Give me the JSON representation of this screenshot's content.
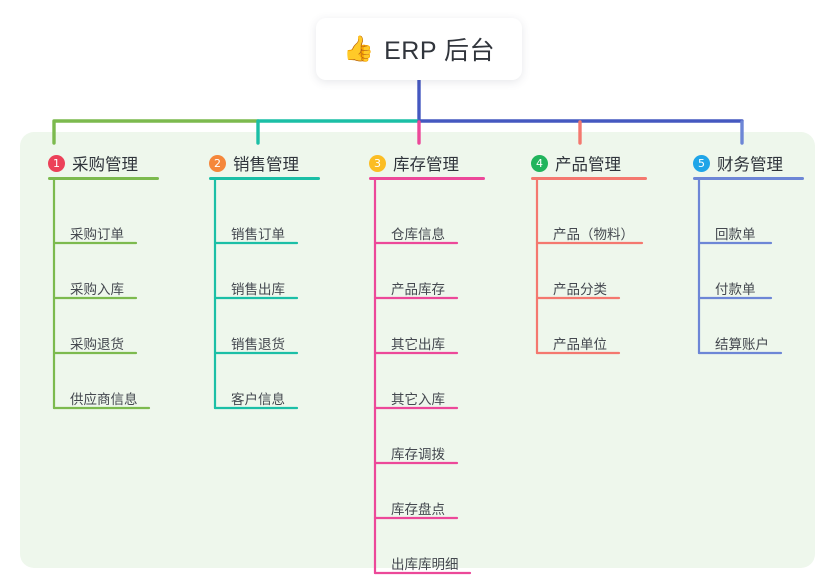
{
  "root": {
    "icon": "thumbs-up-emoji",
    "emoji": "👍",
    "title": "ERP 后台"
  },
  "panel": {
    "background_color": "#eef7ec"
  },
  "trunk_color": "#4558c0",
  "columns": [
    {
      "number": "1",
      "title": "采购管理",
      "badge_color": "#ec4159",
      "line_color": "#7cba4e",
      "head_rule_width": 111,
      "items": [
        {
          "label": "采购订单",
          "width": 82
        },
        {
          "label": "采购入库",
          "width": 82
        },
        {
          "label": "采购退货",
          "width": 82
        },
        {
          "label": "供应商信息",
          "width": 95
        }
      ]
    },
    {
      "number": "2",
      "title": "销售管理",
      "badge_color": "#f5873b",
      "line_color": "#1bbfa6",
      "head_rule_width": 111,
      "items": [
        {
          "label": "销售订单",
          "width": 82
        },
        {
          "label": "销售出库",
          "width": 82
        },
        {
          "label": "销售退货",
          "width": 82
        },
        {
          "label": "客户信息",
          "width": 82
        }
      ]
    },
    {
      "number": "3",
      "title": "库存管理",
      "badge_color": "#fbbd24",
      "line_color": "#ec4899",
      "head_rule_width": 116,
      "items": [
        {
          "label": "仓库信息",
          "width": 82
        },
        {
          "label": "产品库存",
          "width": 82
        },
        {
          "label": "其它出库",
          "width": 82
        },
        {
          "label": "其它入库",
          "width": 82
        },
        {
          "label": "库存调拨",
          "width": 82
        },
        {
          "label": "库存盘点",
          "width": 82
        },
        {
          "label": "出库库明细",
          "width": 95
        }
      ]
    },
    {
      "number": "4",
      "title": "产品管理",
      "badge_color": "#21b45c",
      "line_color": "#f4786f",
      "head_rule_width": 116,
      "items": [
        {
          "label": "产品（物料）",
          "width": 105
        },
        {
          "label": "产品分类",
          "width": 82
        },
        {
          "label": "产品单位",
          "width": 82
        }
      ]
    },
    {
      "number": "5",
      "title": "财务管理",
      "badge_color": "#1fa5e8",
      "line_color": "#6d86d6",
      "head_rule_width": 111,
      "items": [
        {
          "label": "回款单",
          "width": 72
        },
        {
          "label": "付款单",
          "width": 72
        },
        {
          "label": "结算账户",
          "width": 82
        }
      ]
    }
  ]
}
